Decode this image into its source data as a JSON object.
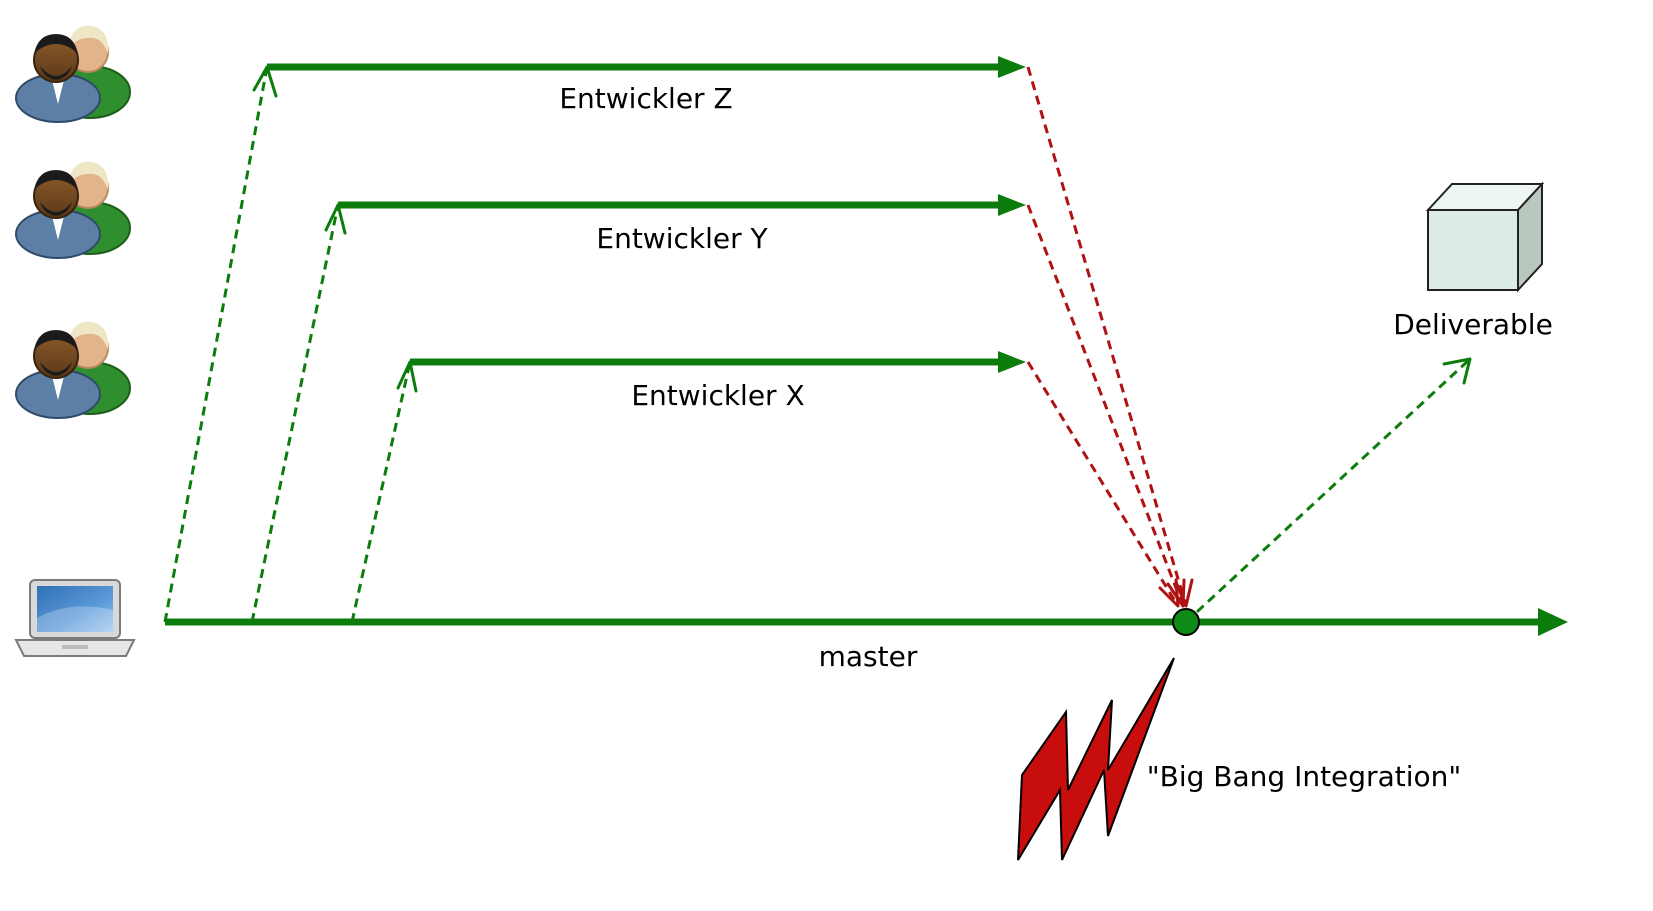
{
  "labels": {
    "branch_z": "Entwickler Z",
    "branch_y": "Entwickler Y",
    "branch_x": "Entwickler X",
    "master": "master",
    "deliverable": "Deliverable",
    "integration": "\"Big Bang Integration\""
  },
  "icons": {
    "developer": "users-icon",
    "computer": "laptop-icon",
    "deliverable": "package-box-icon",
    "conflict": "lightning-bolt-icon",
    "merge_point": "merge-commit-icon"
  },
  "colors": {
    "branch_green": "#0c7d0c",
    "merge_red": "#b01212",
    "bolt_red": "#c80d0d",
    "commit_fill": "#0e8a16",
    "box_face": "#dcebe4"
  }
}
